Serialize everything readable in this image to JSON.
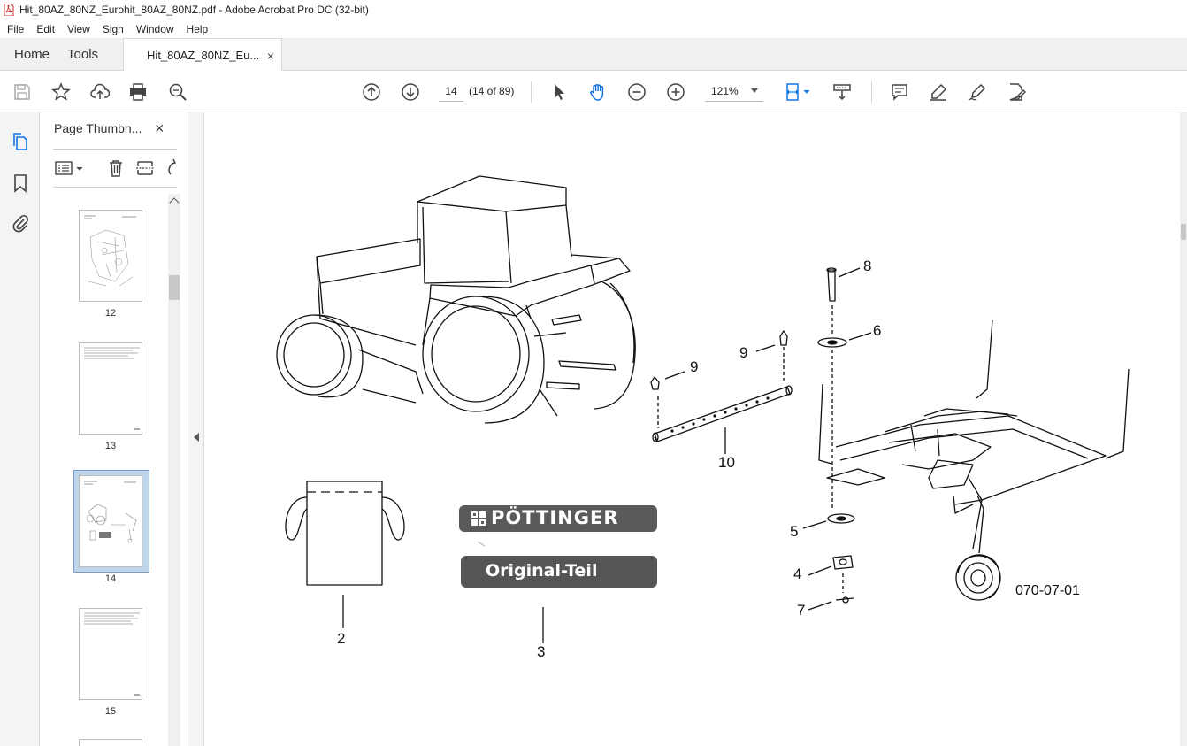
{
  "window": {
    "title": "Hit_80AZ_80NZ_Eurohit_80AZ_80NZ.pdf - Adobe Acrobat Pro DC (32-bit)"
  },
  "menu": [
    "File",
    "Edit",
    "View",
    "Sign",
    "Window",
    "Help"
  ],
  "tabs": {
    "home": "Home",
    "tools": "Tools",
    "document": "Hit_80AZ_80NZ_Eu...",
    "close": "×"
  },
  "toolbar": {
    "page_number": "14",
    "page_count": "(14 of 89)",
    "zoom": "121%"
  },
  "panel": {
    "title": "Page Thumbn...",
    "close": "×",
    "thumbnails": [
      {
        "label": "12",
        "selected": false
      },
      {
        "label": "13",
        "selected": false
      },
      {
        "label": "14",
        "selected": true
      },
      {
        "label": "15",
        "selected": false
      }
    ]
  },
  "drawing": {
    "callouts": [
      "2",
      "3",
      "4",
      "5",
      "6",
      "7",
      "8",
      "9",
      "9",
      "10"
    ],
    "reference": "070-07-01",
    "logo_text": {
      "brand": "PÖTTINGER",
      "subtitle": "Original-Teil"
    }
  }
}
